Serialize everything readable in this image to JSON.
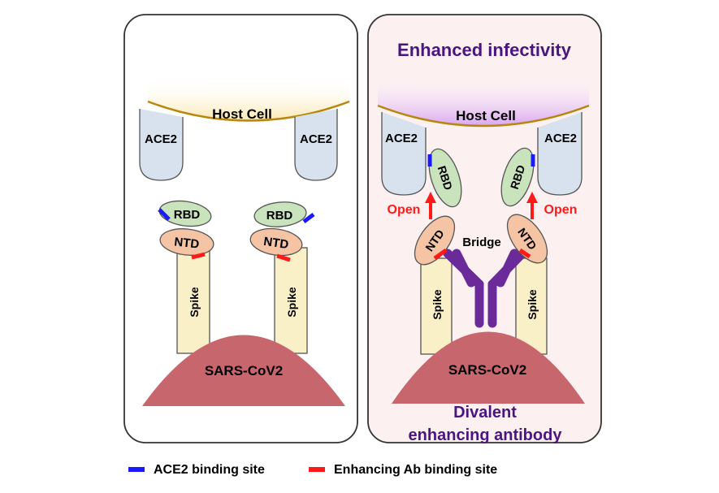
{
  "left_panel": {
    "host_cell": "Host Cell",
    "ace2_left": "ACE2",
    "ace2_right": "ACE2",
    "rbd_left": "RBD",
    "rbd_right": "RBD",
    "ntd_left": "NTD",
    "ntd_right": "NTD",
    "spike_left": "Spike",
    "spike_right": "Spike",
    "virus": "SARS-CoV2"
  },
  "right_panel": {
    "title": "Enhanced infectivity",
    "host_cell": "Host Cell",
    "ace2_left": "ACE2",
    "ace2_right": "ACE2",
    "rbd_left": "RBD",
    "rbd_right": "RBD",
    "open_left": "Open",
    "open_right": "Open",
    "ntd_left": "NTD",
    "ntd_right": "NTD",
    "bridge": "Bridge",
    "spike_left": "Spike",
    "spike_right": "Spike",
    "virus": "SARS-CoV2",
    "caption_line1": "Divalent",
    "caption_line2": "enhancing antibody"
  },
  "legend": {
    "ace2_site": "ACE2 binding site",
    "ab_site": "Enhancing Ab binding site"
  },
  "colors": {
    "ace2_site": "#1a1aff",
    "ab_site": "#ff1a1a",
    "antibody": "#6a2a9a",
    "title": "#4b1580",
    "virus": "#c8666e",
    "rbd": "#c9e3bd",
    "ntd": "#f4c4a4",
    "spike": "#faf0c8",
    "ace2": "#d8e2ee",
    "open": "#ff1a1a"
  }
}
